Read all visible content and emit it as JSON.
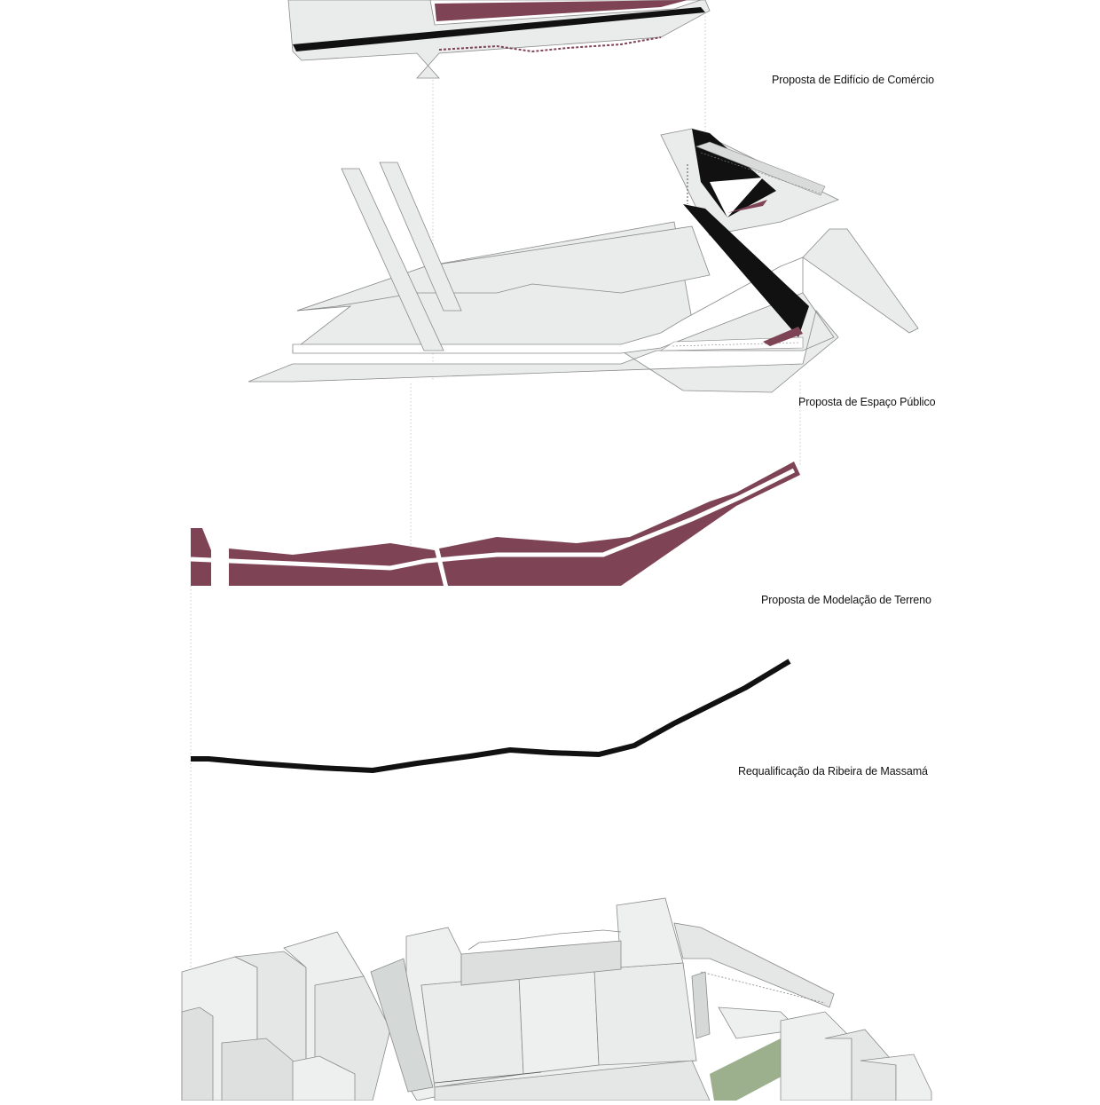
{
  "layers": [
    {
      "label": "Proposta de Edifício de Comércio"
    },
    {
      "label": "Proposta de Espaço Público"
    },
    {
      "label": "Proposta de Modelação de Terreno"
    },
    {
      "label": "Requalificação da Ribeira de Massamá"
    }
  ],
  "colors": {
    "accent": "#7e4456",
    "surface": "#e9eceb",
    "building": "#eef0ef",
    "outline": "#8a8a8a",
    "ink": "#111111",
    "vegetation": "#9db08e"
  }
}
